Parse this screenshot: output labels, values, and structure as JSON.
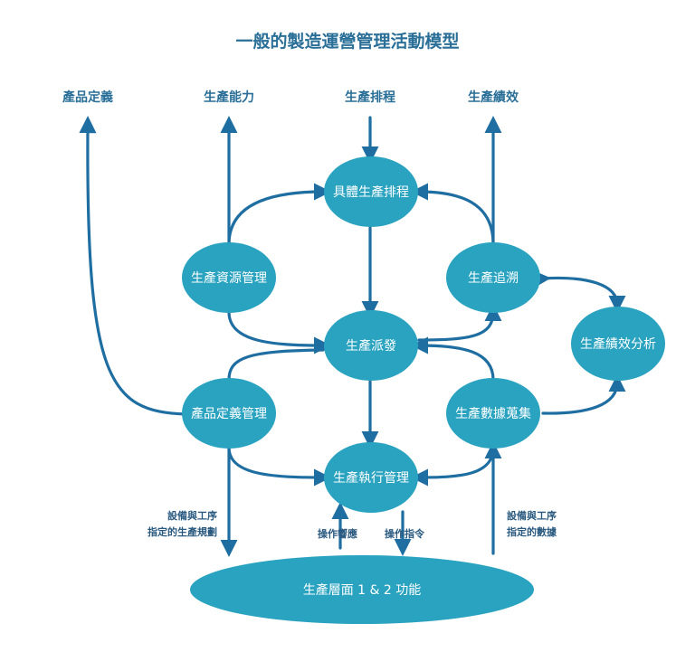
{
  "title": "一般的製造運營管理活動模型",
  "top_labels": {
    "product_definition": "產品定義",
    "production_capability": "生產能力",
    "production_schedule": "生產排程",
    "production_performance": "生產績效"
  },
  "nodes": {
    "detailed_scheduling": "具體生產排程",
    "resource_management": "生產資源管理",
    "tracking": "生產追溯",
    "dispatching": "生產派發",
    "performance_analysis": "生產績效分析",
    "definition_management": "產品定義管理",
    "data_collection": "生產數據蒐集",
    "execution_management": "生產執行管理",
    "level_functions": "生產層面 1 & 2 功能"
  },
  "notes": {
    "equipment_rules_line1": "設備與工序",
    "equipment_rules_line2": "指定的生產規劃",
    "operation_response": "操作響應",
    "operation_command": "操作指令",
    "equipment_data_line1": "設備與工序",
    "equipment_data_line2": "指定的數據"
  },
  "colors": {
    "node_fill": "#2aa3c1",
    "arrow_stroke": "#1f6ea2",
    "title_text": "#2a6f97"
  }
}
